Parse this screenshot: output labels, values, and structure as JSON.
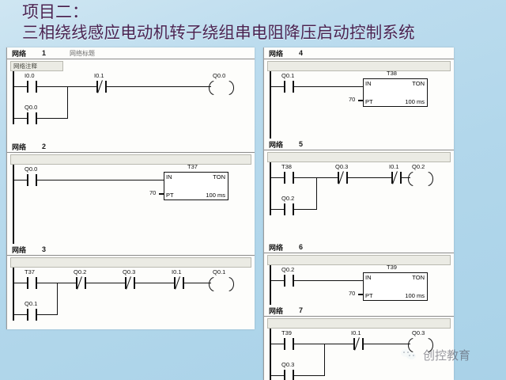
{
  "slide": {
    "title_line1": "项目二：",
    "title_line2": "三相绕线感应电动机转子绕组串电阻降压启动控制系统",
    "background_color": "#b2d7eb",
    "title_color": "#4b2452"
  },
  "watermark": {
    "text": "创控教育",
    "icon": "wechat-icon"
  },
  "ladder": {
    "comment_label": "网络注释",
    "network_word": "网络",
    "timer_in": "IN",
    "timer_type": "TON",
    "timer_pt": "PT",
    "timer_base": "100 ms",
    "timer_preset": "70",
    "networks": [
      {
        "num": "1",
        "title": "网络标题",
        "comment": "网络注释",
        "panel": "left",
        "top_contacts": [
          {
            "label": "I0.0",
            "type": "NO"
          },
          {
            "label": "I0.1",
            "type": "NC"
          }
        ],
        "branch_contact": {
          "label": "Q0.0",
          "type": "NO"
        },
        "coil": "Q0.0"
      },
      {
        "num": "2",
        "title": "",
        "comment": "",
        "panel": "left",
        "top_contacts": [
          {
            "label": "Q0.0",
            "type": "NO"
          }
        ],
        "timer": {
          "name": "T37",
          "preset": "70",
          "in": "IN",
          "type": "TON",
          "pt": "PT",
          "base": "100 ms"
        }
      },
      {
        "num": "3",
        "title": "",
        "comment": "",
        "panel": "left",
        "top_contacts": [
          {
            "label": "T37",
            "type": "NO"
          },
          {
            "label": "Q0.2",
            "type": "NC"
          },
          {
            "label": "Q0.3",
            "type": "NC"
          },
          {
            "label": "I0.1",
            "type": "NC"
          }
        ],
        "branch_contact": {
          "label": "Q0.1",
          "type": "NO"
        },
        "coil": "Q0.1"
      },
      {
        "num": "4",
        "title": "",
        "comment": "",
        "panel": "right",
        "top_contacts": [
          {
            "label": "Q0.1",
            "type": "NO"
          }
        ],
        "timer": {
          "name": "T38",
          "preset": "70",
          "in": "IN",
          "type": "TON",
          "pt": "PT",
          "base": "100 ms"
        }
      },
      {
        "num": "5",
        "title": "",
        "comment": "",
        "panel": "right",
        "top_contacts": [
          {
            "label": "T38",
            "type": "NO"
          },
          {
            "label": "Q0.3",
            "type": "NC"
          },
          {
            "label": "I0.1",
            "type": "NC"
          }
        ],
        "branch_contact": {
          "label": "Q0.2",
          "type": "NO"
        },
        "coil": "Q0.2"
      },
      {
        "num": "6",
        "title": "",
        "comment": "",
        "panel": "right",
        "top_contacts": [
          {
            "label": "Q0.2",
            "type": "NO"
          }
        ],
        "timer": {
          "name": "T39",
          "preset": "70",
          "in": "IN",
          "type": "TON",
          "pt": "PT",
          "base": "100 ms"
        }
      },
      {
        "num": "7",
        "title": "",
        "comment": "",
        "panel": "right",
        "top_contacts": [
          {
            "label": "T39",
            "type": "NO"
          },
          {
            "label": "I0.1",
            "type": "NC"
          }
        ],
        "branch_contact": {
          "label": "Q0.3",
          "type": "NO"
        },
        "coil": "Q0.3"
      }
    ]
  }
}
